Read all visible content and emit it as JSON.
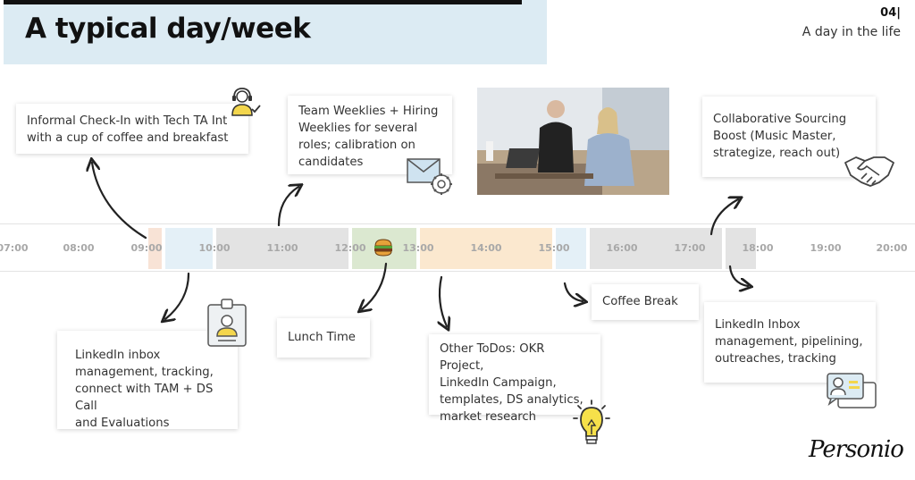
{
  "header": {
    "title": "A typical day/week",
    "slide_number": "04|",
    "subtitle": "A day in the life"
  },
  "timeline": {
    "ticks": [
      "07:00",
      "08:00",
      "09:00",
      "10:00",
      "11:00",
      "12:00",
      "13:00",
      "14:00",
      "15:00",
      "16:00",
      "17:00",
      "18:00",
      "19:00",
      "20:00"
    ],
    "blocks": [
      {
        "start": "09:00",
        "end": "09:15",
        "color": "#f8e3d6"
      },
      {
        "start": "09:15",
        "end": "10:00",
        "color": "#e4f0f7"
      },
      {
        "start": "10:00",
        "end": "12:00",
        "color": "#e3e3e3"
      },
      {
        "start": "12:00",
        "end": "13:00",
        "color": "#dbe8d0"
      },
      {
        "start": "13:00",
        "end": "15:00",
        "color": "#fbe8cf"
      },
      {
        "start": "15:00",
        "end": "15:30",
        "color": "#e4f0f7"
      },
      {
        "start": "15:30",
        "end": "17:30",
        "color": "#e3e3e3"
      },
      {
        "start": "17:30",
        "end": "18:00",
        "color": "#e3e3e3"
      }
    ]
  },
  "cards": {
    "checkin": [
      "Informal Check-In with Tech TA Int",
      "with a cup of coffee and breakfast"
    ],
    "weeklies": [
      "Team Weeklies + Hiring",
      "Weeklies for several",
      "roles; calibration on",
      "candidates"
    ],
    "sourcing": [
      "Collaborative Sourcing",
      "Boost (Music Master,",
      "strategize, reach out)"
    ],
    "linkedin_morning": [
      "LinkedIn inbox",
      "management, tracking,",
      "connect with TAM + DS Call",
      "and Evaluations"
    ],
    "lunch": "Lunch Time",
    "todos": [
      "Other ToDos: OKR Project,",
      "LinkedIn Campaign,",
      "templates, DS analytics,",
      "market research"
    ],
    "coffee": "Coffee Break",
    "linkedin_evening": [
      "LinkedIn Inbox",
      "management, pipelining,",
      "outreaches, tracking"
    ]
  },
  "logo": {
    "text": "Personio"
  },
  "icons": [
    "headset-icon",
    "email-settings-icon",
    "handshake-icon",
    "id-badge-icon",
    "burger-icon",
    "lightbulb-icon",
    "profile-chat-icon"
  ]
}
